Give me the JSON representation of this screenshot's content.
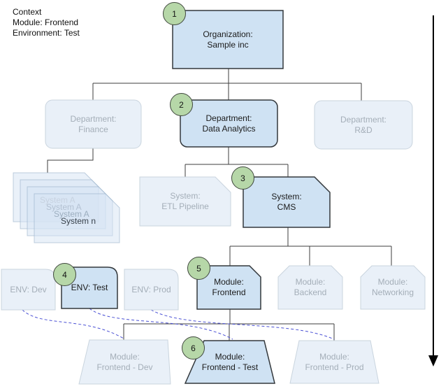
{
  "context": {
    "lines": [
      "Context",
      "Module: Frontend",
      "Environment: Test"
    ]
  },
  "badges": [
    "1",
    "2",
    "3",
    "4",
    "5",
    "6"
  ],
  "nodes": {
    "organization": [
      "Organization:",
      "Sample inc"
    ],
    "dept_finance": [
      "Department:",
      "Finance"
    ],
    "dept_data_analytics": [
      "Department:",
      "Data Analytics"
    ],
    "dept_rd": [
      "Department:",
      "R&D"
    ],
    "system_stack": [
      "System A",
      "System A",
      "System A",
      "System n"
    ],
    "system_etl": [
      "System:",
      "ETL Pipeline"
    ],
    "system_cms": [
      "System:",
      "CMS"
    ],
    "env_dev": [
      "ENV: Dev"
    ],
    "env_test": [
      "ENV: Test"
    ],
    "env_prod": [
      "ENV: Prod"
    ],
    "module_frontend": [
      "Module:",
      "Frontend"
    ],
    "module_backend": [
      "Module:",
      "Backend"
    ],
    "module_networking": [
      "Module:",
      "Networking"
    ],
    "module_frontend_dev": [
      "Module:",
      "Frontend - Dev"
    ],
    "module_frontend_test": [
      "Module:",
      "Frontend - Test"
    ],
    "module_frontend_prod": [
      "Module:",
      "Frontend - Prod"
    ]
  },
  "colors": {
    "highlight_fill": "#cfe2f3",
    "highlight_border": "#33383c",
    "faded_fill": "#e9f0f8",
    "faded_border": "#c9d4de",
    "faded_text": "#a4aeb8",
    "badge_fill": "#b6d7a8",
    "badge_border": "#40483e",
    "dashed_link": "#4a50d4",
    "connector": "#3d3d3d",
    "arrow": "#000000"
  }
}
